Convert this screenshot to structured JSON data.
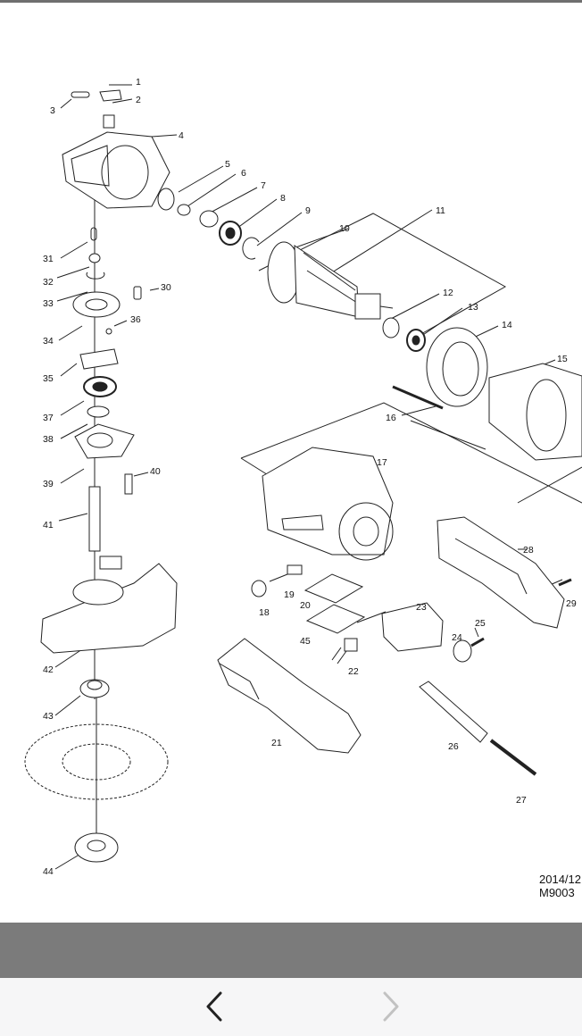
{
  "diagram": {
    "part_numbers": [
      "1",
      "2",
      "3",
      "4",
      "5",
      "6",
      "7",
      "8",
      "9",
      "10",
      "11",
      "12",
      "13",
      "14",
      "15",
      "16",
      "17",
      "18",
      "19",
      "20",
      "21",
      "22",
      "23",
      "24",
      "25",
      "26",
      "27",
      "28",
      "29",
      "30",
      "31",
      "32",
      "33",
      "34",
      "35",
      "36",
      "37",
      "38",
      "39",
      "40",
      "41",
      "42",
      "43",
      "44",
      "45"
    ],
    "date_stamp": "2014/12",
    "model_stamp": "M9003"
  },
  "navigation": {
    "back_icon": "chevron-left-icon",
    "forward_icon": "chevron-right-icon",
    "back_color": "#222222",
    "forward_color": "#c2c2c2"
  },
  "colors": {
    "top_line": "#6f6f6f",
    "gray_band": "#7b7b7b",
    "nav_background": "#f6f6f7"
  }
}
